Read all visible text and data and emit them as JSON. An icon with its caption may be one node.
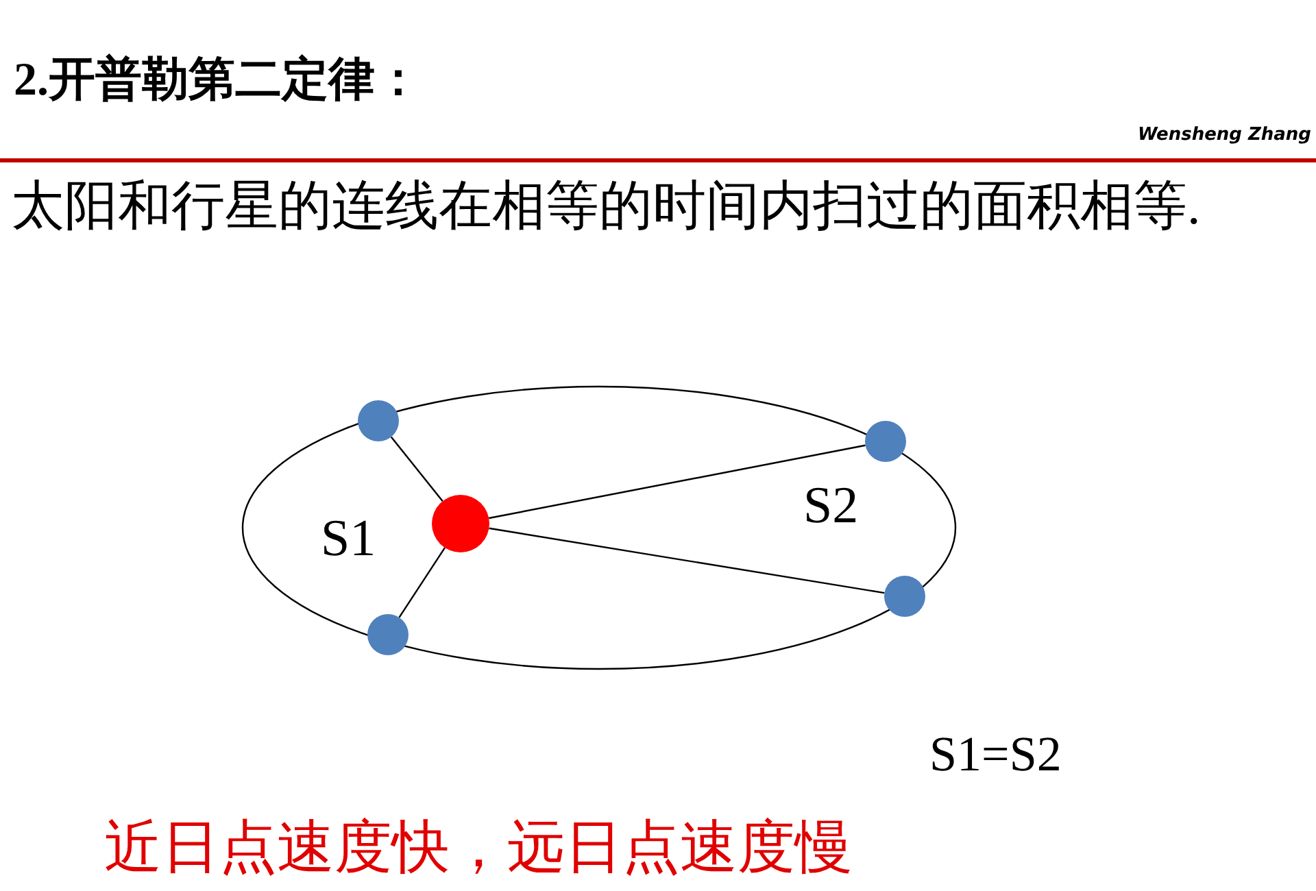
{
  "diagram": {
    "title": "2.开普勒第二定律：",
    "nodes": [
      {
        "text": [],
        "shape": "circle"
      },
      {
        "text": [],
        "shape": "circle"
      },
      {
        "text": [],
        "shape": "circle"
      },
      {
        "text": [],
        "shape": "circle"
      },
      {
        "text": [],
        "shape": "circle"
      }
    ],
    "edges": [
      {
        "from": 2,
        "to": 0,
        "arrow": "none"
      },
      {
        "from": 2,
        "to": 1,
        "arrow": "none"
      },
      {
        "from": 2,
        "to": 3,
        "arrow": "none"
      },
      {
        "from": 2,
        "to": 4,
        "arrow": "none"
      }
    ],
    "labels": [
      "Wensheng Zhang",
      "太阳和行星的连线在相等的时间内扫过的面积相等.",
      "S1",
      "S2",
      "S1=S2",
      "近日点速度快，远日点速度慢"
    ]
  }
}
